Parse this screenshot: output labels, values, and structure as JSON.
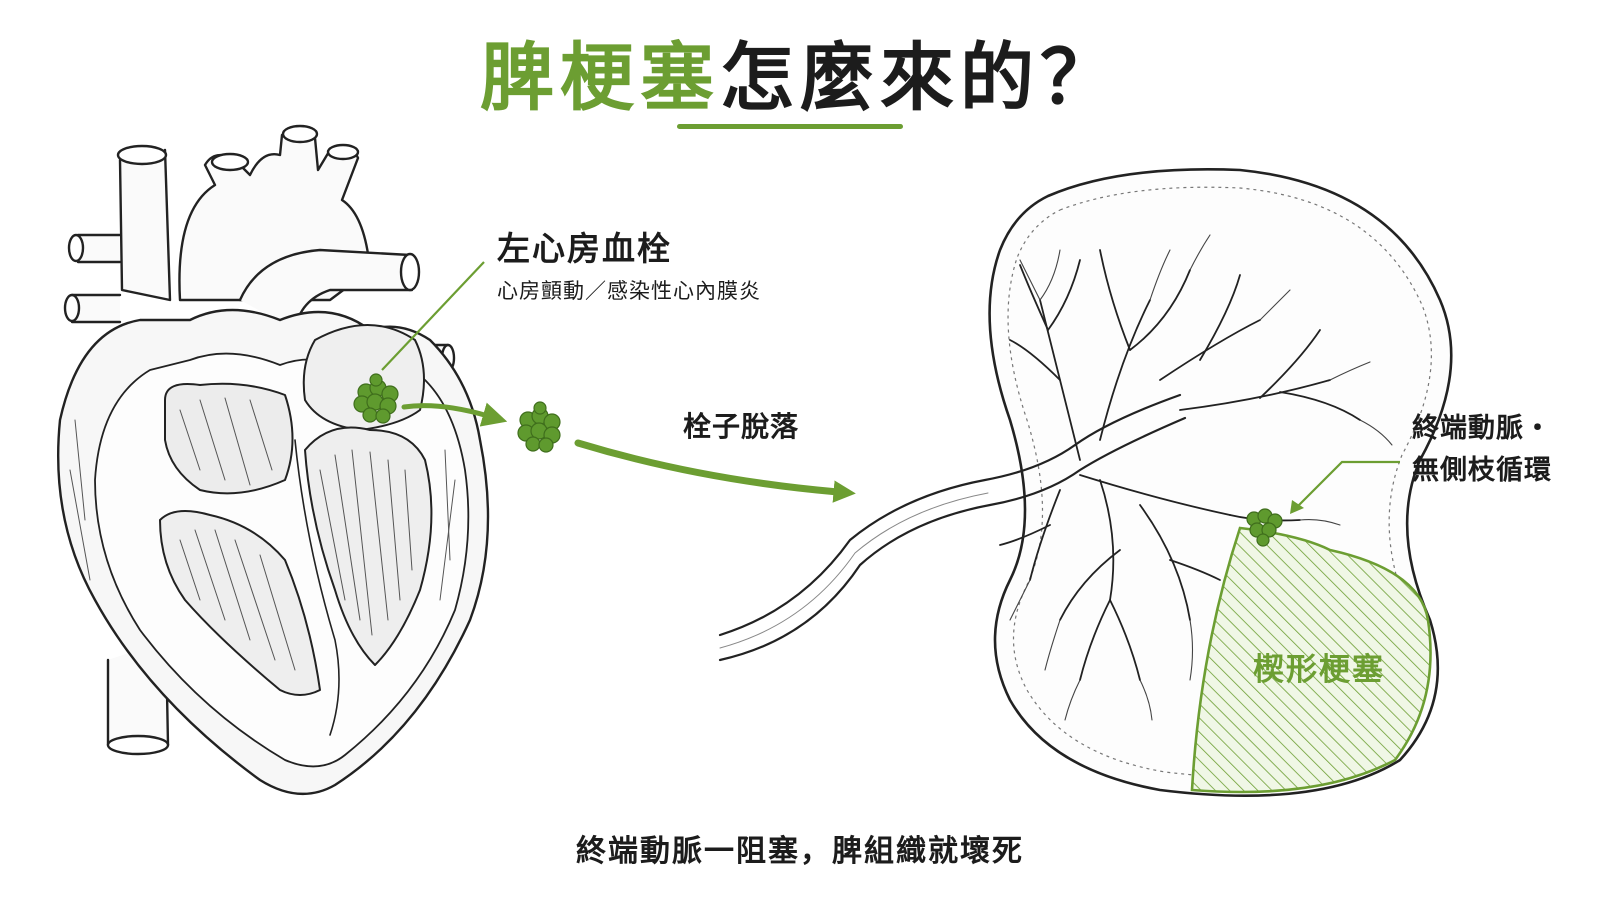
{
  "title": {
    "highlight": "脾梗塞",
    "rest": "怎麼來的？"
  },
  "labels": {
    "thrombus": "左心房血栓",
    "causes": "心房顫動／感染性心內膜炎",
    "detach": "栓子脫落",
    "end_artery_line1": "終端動脈・",
    "end_artery_line2": "無側枝循環",
    "infarct": "楔形梗塞",
    "bottom": "終端動脈一阻塞，脾組織就壞死"
  },
  "colors": {
    "accent": "#6c9e32",
    "clot": "#5f9a2e",
    "ink": "#1c1c1c",
    "infarct_fill": "#eef6e4"
  },
  "icons": [
    "heart-illustration",
    "spleen-illustration",
    "embolus-clot",
    "arrow-right"
  ]
}
